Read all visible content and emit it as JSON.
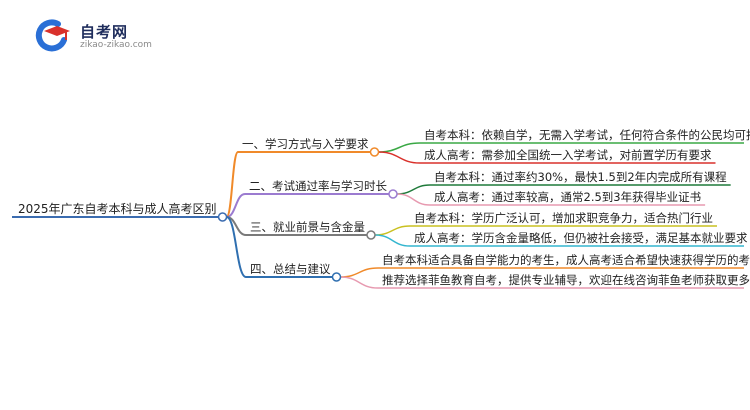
{
  "logo": {
    "title": "自考网",
    "url": "zikao-zikao.com",
    "colors": {
      "blue": "#2a6fd6",
      "red": "#d9312b"
    }
  },
  "mindmap": {
    "root": "2025年广东自考本科与成人高考区别",
    "branches": [
      {
        "label": "一、学习方式与入学要求",
        "color": "#f08a2a",
        "leaves": [
          {
            "text": "自考本科：依赖自学，无需入学考试，任何符合条件的公民均可报考",
            "color": "#3aa845"
          },
          {
            "text": "成人高考：需参加全国统一入学考试，对前置学历有要求",
            "color": "#d9312b"
          }
        ]
      },
      {
        "label": "二、考试通过率与学习时长",
        "color": "#9b7bd0",
        "leaves": [
          {
            "text": "自考本科：通过率约30%，最快1.5到2年内完成所有课程",
            "color": "#1f7a3a"
          },
          {
            "text": "成人高考：通过率较高，通常2.5到3年获得毕业证书",
            "color": "#e79ab0"
          }
        ]
      },
      {
        "label": "三、就业前景与含金量",
        "color": "#7a7a7a",
        "leaves": [
          {
            "text": "自考本科：学历广泛认可，增加求职竞争力，适合热门行业",
            "color": "#c9c020"
          },
          {
            "text": "成人高考：学历含金量略低，但仍被社会接受，满足基本就业要求",
            "color": "#34b6cf"
          }
        ]
      },
      {
        "label": "四、总结与建议",
        "color": "#2f6fb0",
        "leaves": [
          {
            "text": "自考本科适合具备自学能力的考生，成人高考适合希望快速获得学历的考生",
            "color": "#f08a2a"
          },
          {
            "text": "推荐选择菲鱼教育自考，提供专业辅导，欢迎在线咨询菲鱼老师获取更多信息",
            "color": "#e79ab0"
          }
        ]
      }
    ]
  }
}
